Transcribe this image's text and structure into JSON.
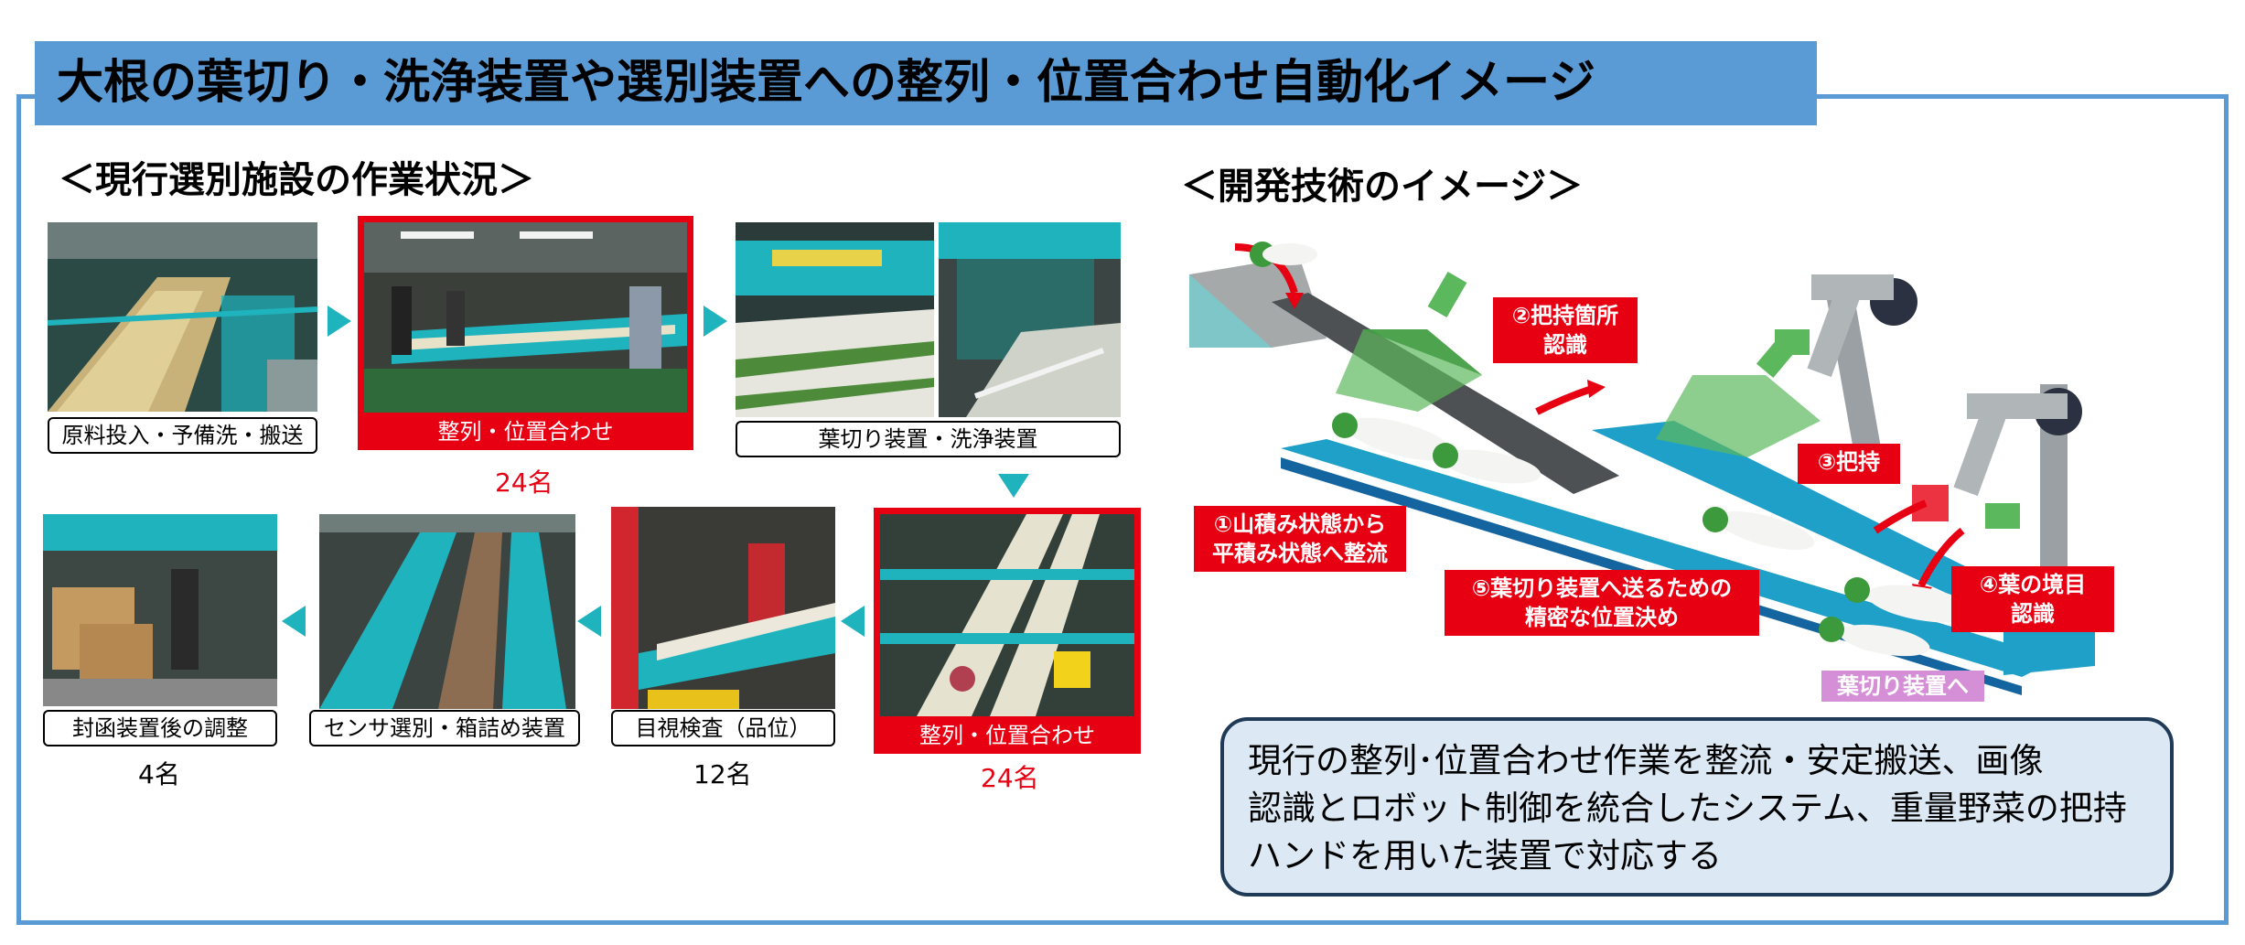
{
  "title": "大根の葉切り・洗浄装置や選別装置への整列・位置合わせ自動化イメージ",
  "current": {
    "heading": "＜現行選別施設の作業状況＞",
    "steps": [
      {
        "label": "原料投入・予備洗・搬送",
        "count": ""
      },
      {
        "label": "整列・位置合わせ",
        "count": "24名"
      },
      {
        "label": "葉切り装置・洗浄装置",
        "count": ""
      },
      {
        "label": "整列・位置合わせ",
        "count": "24名"
      },
      {
        "label": "目視検査（品位）",
        "count": "12名"
      },
      {
        "label": "センサ選別・箱詰め装置",
        "count": ""
      },
      {
        "label": "封函装置後の調整",
        "count": "4名"
      }
    ]
  },
  "dev": {
    "heading": "＜開発技術のイメージ＞",
    "callouts": {
      "c1a": "①山積み状態から",
      "c1b": "平積み状態へ整流",
      "c2a": "②把持箇所",
      "c2b": "認識",
      "c3": "③把持",
      "c4a": "④葉の境目",
      "c4b": "認識",
      "c5a": "⑤葉切り装置へ送るための",
      "c5b": "精密な位置決め",
      "dest": "葉切り装置へ"
    }
  },
  "summary": {
    "line1": "現行の整列･位置合わせ作業を整流・安定搬送、画像",
    "line2": "認識とロボット制御を統合したシステム、重量野菜の把持",
    "line3": "ハンドを用いた装置で対応する"
  },
  "colors": {
    "accent": "#5b9bd5",
    "red": "#e60012",
    "teal": "#1fb3bd",
    "pink": "#d58fd6"
  }
}
